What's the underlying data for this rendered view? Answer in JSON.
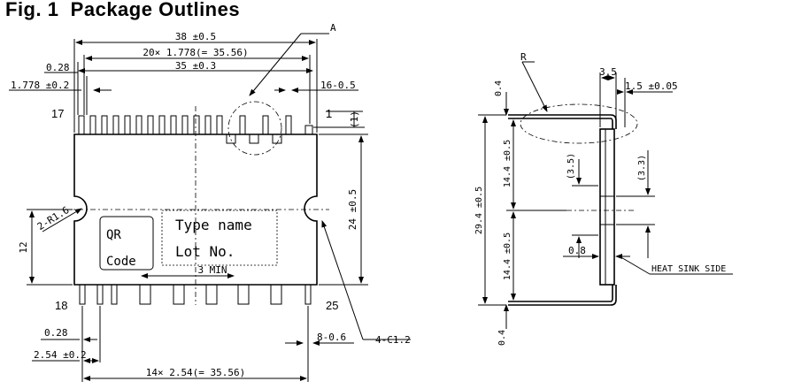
{
  "title": "Fig. 1  Package Outlines",
  "front": {
    "dim_overall": "38 ±0.5",
    "dim_pitch_total_top": "20× 1.778(= 35.56)",
    "dim_body": "35 ±0.3",
    "dim_028_top": "0.28",
    "dim_1778": "1.778 ±0.2",
    "dim_16": "16-0.5",
    "dim_1": "(1)",
    "pin_17": "17",
    "pin_1": "1",
    "pin_18": "18",
    "pin_25": "25",
    "label_a": "A",
    "radius": "2-R1.6",
    "height_12": "12",
    "height_24": "24 ±0.5",
    "qr1": "QR",
    "qr2": "Code",
    "type_name": "Type name",
    "lot_no": "Lot No.",
    "min3": "3 MIN",
    "dim_028_bot": "0.28",
    "dim_254": "2.54 ±0.2",
    "dim_pitch_total_bot": "14× 2.54(= 35.56)",
    "dim_8": "8-0.6",
    "chamfer": "4-C1.2"
  },
  "side": {
    "label_r": "R",
    "dim_35": "3.5",
    "dim_15": "1.5 ±0.05",
    "dim_04_top": "0.4",
    "dim_144_top": "14.4 ±0.5",
    "dim_294": "29.4 ±0.5",
    "dim_144_bot": "14.4 ±0.5",
    "dim_35p": "(3.5)",
    "dim_33p": "(3.3)",
    "dim_08": "0.8",
    "heat_sink": "HEAT SINK SIDE",
    "dim_04_bot": "0.4"
  }
}
